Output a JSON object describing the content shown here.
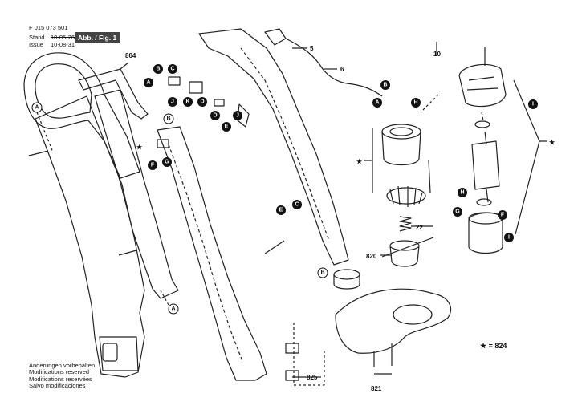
{
  "header": {
    "doc_number": "F 015 073 501",
    "stand_label": "Stand",
    "stand_value": "10-05-26",
    "issue_label": "Issue",
    "issue_value": "10-08-31",
    "figure": "Abb. / Fig. 1"
  },
  "modifications": [
    "Änderungen vorbehalten",
    "Modifications reserved",
    "Modifications reservées",
    "Salvo modificaciones"
  ],
  "legend": "★ = 824",
  "part_numbers": [
    "804",
    "5",
    "6",
    "10",
    "22",
    "820",
    "825",
    "821"
  ],
  "callout_letters": [
    "A",
    "B",
    "C",
    "D",
    "E",
    "F",
    "G",
    "H",
    "I",
    "J",
    "K"
  ]
}
